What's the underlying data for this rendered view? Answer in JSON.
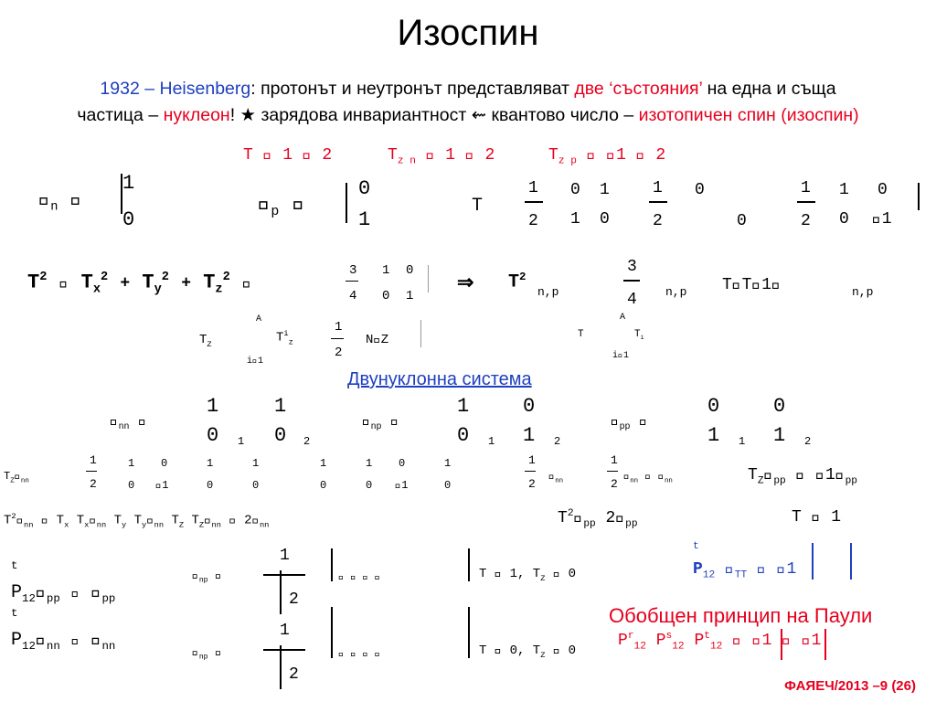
{
  "slide": {
    "title": "Изоспин",
    "intro": {
      "year": "1932 –",
      "name": "Heisenberg",
      "text1": ": протонът и неутронът представляват ",
      "two_states": "две ‘състояния’",
      "text2": " на една и съща",
      "text3": "частица – ",
      "nucleon": "нуклеон",
      "text4": "! ★ зарядова инвариантност ",
      "text5": " квантово число – ",
      "isospin": "изотопичен спин (изоспин)"
    },
    "isospin_values": [
      "T  1  2",
      "T",
      "z n",
      "  1  2",
      "T",
      "z p",
      "  1  2"
    ],
    "section_link": "Двунуклонна система",
    "pauli_principle": "Обобщен принцип на Паули",
    "footer": "ФАЯЕЧ/2013 –9 (26)"
  },
  "formulas": {
    "chi_n": "",
    "sub_n": "n",
    "eq": "",
    "vec_n_top": "1",
    "vec_n_bot": "0",
    "chi_p": "",
    "sub_p": "p",
    "vec_p_top": "0",
    "vec_p_bot": "1",
    "T_vec": "T",
    "half_1": "1",
    "half_2": "2",
    "m1a": "0",
    "m1b": "1",
    "m1c": "1",
    "m1d": "0",
    "m2a": "0",
    "m2b": "0",
    "m3a": "1",
    "m3b": "0",
    "m3c": "0",
    "m3d": "1",
    "T2_line": "T",
    "Tx": "T",
    "x": "x",
    "Ty": "T",
    "y": "y",
    "Tz": "T",
    "z": "z",
    "sq": "2",
    "three": "3",
    "four": "4",
    "id_a": "1",
    "id_b": "0",
    "id_c": "0",
    "id_d": "1",
    "implies": "",
    "np_sub": "n,p",
    "T_eq": "TT1",
    "Tz_sum_left": "T",
    "Tz_sum_sub": "Z",
    "A": "A",
    "i_eq_1": "i1",
    "Ti": "T",
    "i": "i",
    "z_small": "z",
    "N_minus_Z": "NZ",
    "T_sum_right": "T",
    "nn": "nn",
    "np": "np",
    "pp": "pp",
    "sub1": "1",
    "sub2": "2",
    "T2_nn": "T",
    "nn_expr": " 2",
    "T2_pp_val": "2",
    "T_one": "T  1",
    "P12": "P",
    "t": "t",
    "r": "r",
    "s": "s",
    "TT_z": "TT",
    "pauli_rhs": "1",
    "T1_Tz0": "T  1, T",
    "T0_Tz0": "T  0, T",
    "zero": "0"
  }
}
